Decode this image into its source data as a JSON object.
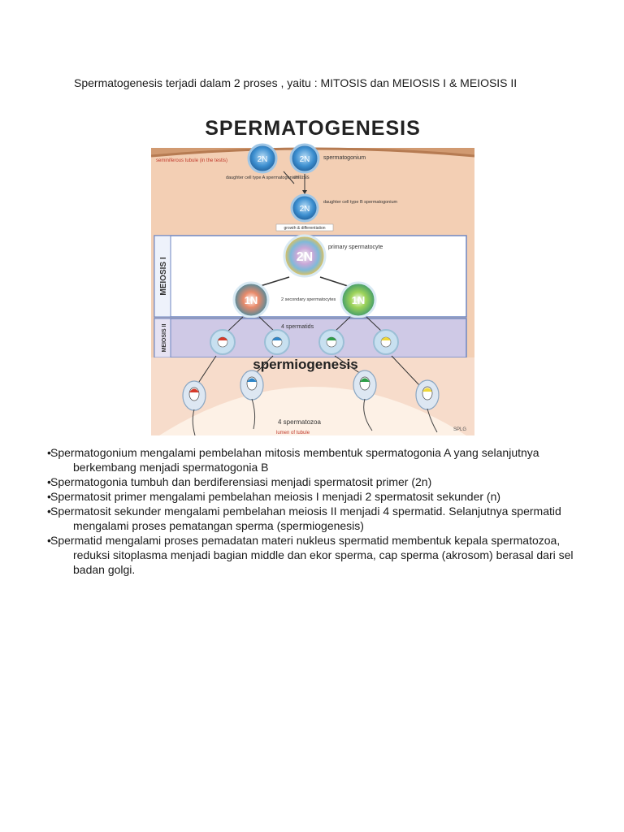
{
  "intro": "Spermatogenesis  terjadi dalam 2 proses , yaitu : MITOSIS dan MEIOSIS I & MEIOSIS II",
  "figure": {
    "title": "SPERMATOGENESIS",
    "label_tubule": "seminiferous tubule (in the testis)",
    "label_spermatogonium": "spermatogonium",
    "label_daughter_a": "daughter cell type A spermatogonium",
    "label_mitosis": "mitosis",
    "label_daughter_b": "daughter cell type B spermatogonium",
    "label_growth": "growth & differentiation",
    "label_meiosis1": "MEIOSIS I",
    "label_meiosis2": "MEIOSIS II",
    "label_primary": "primary spermatocyte",
    "label_secondary": "2 secondary spermatocytes",
    "label_spermatids": "4 spermatids",
    "label_spermiogenesis": "spermiogenesis",
    "label_spermatozoa": "4 spermatozoa",
    "label_lumen": "lumen of tubule",
    "label_2n": "2N",
    "label_1n": "1N",
    "signature": "SPLG",
    "colors": {
      "background": "#f3cfb4",
      "band": "#d19a71",
      "red": "#d63a2a",
      "blue": "#2f86c8",
      "green": "#2e9e48",
      "yellow": "#efd838",
      "meiosis_box": "#6f87c2",
      "cell": "#c8e0f0"
    }
  },
  "bullets": [
    "Spermatogonium mengalami pembelahan mitosis membentuk spermatogonia A  yang selanjutnya berkembang menjadi spermatogonia B",
    "Spermatogonia tumbuh dan berdiferensiasi menjadi spermatosit primer (2n)",
    "Spermatosit primer mengalami pembelahan meiosis I menjadi 2 spermatosit sekunder (n)",
    "Spermatosit sekunder mengalami pembelahan meiosis II menjadi 4 spermatid. Selanjutnya spermatid mengalami proses pematangan sperma (spermiogenesis)",
    "Spermatid mengalami proses pemadatan materi nukleus spermatid membentuk kepala spermatozoa, reduksi sitoplasma menjadi bagian middle dan ekor sperma, cap sperma (akrosom) berasal dari sel badan golgi."
  ],
  "bullet_char": "•"
}
